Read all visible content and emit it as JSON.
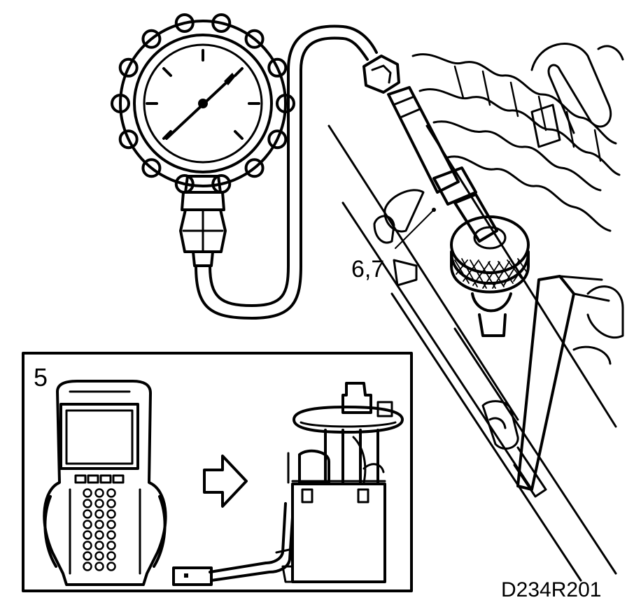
{
  "labels": {
    "callout": "6,7",
    "inset_step": "5",
    "figure_id": "D234R201"
  },
  "colors": {
    "ink": "#000000",
    "paper": "#ffffff"
  },
  "icons": {
    "gauge": "pressure-gauge-icon",
    "scan_tool": "handheld-diagnostic-tool-icon",
    "arrow": "arrow-right-icon",
    "pump": "fuel-pump-module-icon"
  }
}
